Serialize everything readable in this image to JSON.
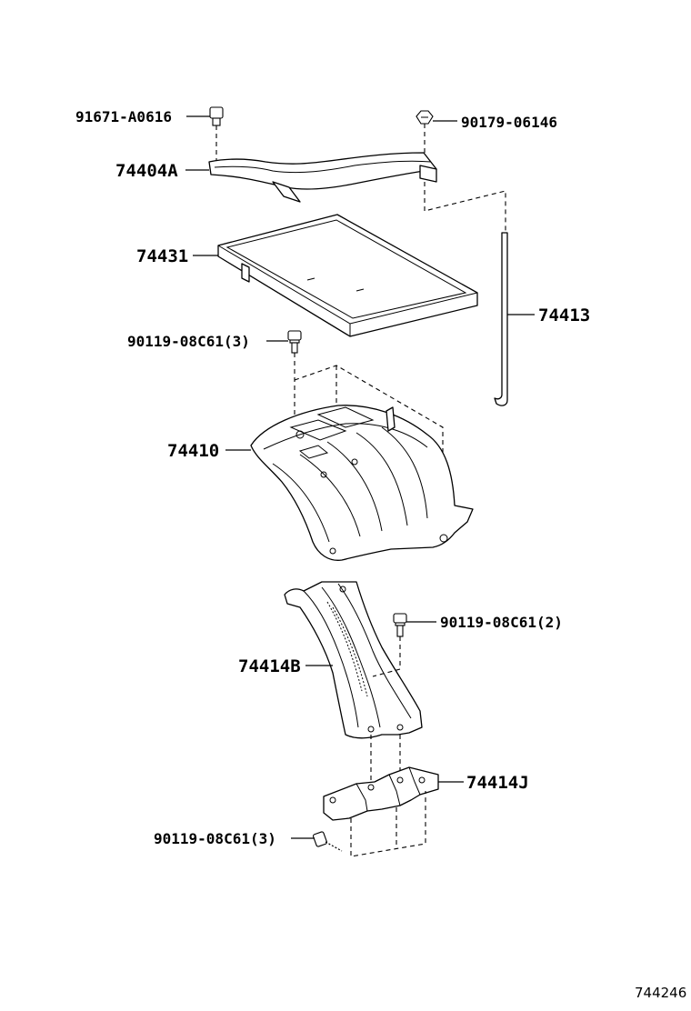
{
  "parts": {
    "bolt_top_left": "91671-A0616",
    "nut_top_right": "90179-06146",
    "clamp": "74404A",
    "tray": "74431",
    "rod": "74413",
    "bolt_mid": "90119-08C61(3)",
    "carrier": "74410",
    "bolt_right": "90119-08C61(2)",
    "stay_upper": "74414B",
    "stay_lower": "74414J",
    "bolt_bottom": "90119-08C61(3)"
  },
  "figure_number": "744246"
}
